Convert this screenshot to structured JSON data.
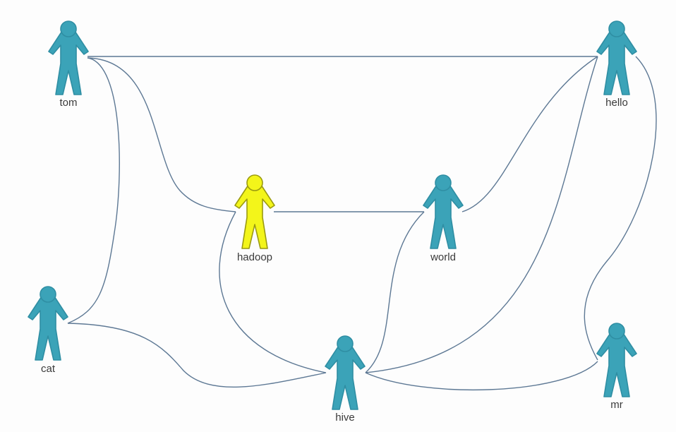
{
  "colors": {
    "background": "#fdfdfd",
    "edge": "#5d7894",
    "node_default": "#3ba3b8",
    "node_default_outline": "#2f8ea3",
    "node_highlight": "#f3f51a",
    "node_highlight_outline": "#9a9a10",
    "label": "#3a3a3a"
  },
  "icon": "person-icon",
  "nodes": [
    {
      "id": "tom",
      "label": "tom",
      "highlight": false
    },
    {
      "id": "hello",
      "label": "hello",
      "highlight": false
    },
    {
      "id": "hadoop",
      "label": "hadoop",
      "highlight": true
    },
    {
      "id": "world",
      "label": "world",
      "highlight": false
    },
    {
      "id": "cat",
      "label": "cat",
      "highlight": false
    },
    {
      "id": "hive",
      "label": "hive",
      "highlight": false
    },
    {
      "id": "mr",
      "label": "mr",
      "highlight": false
    }
  ],
  "edges": [
    {
      "from": "tom",
      "to": "hello"
    },
    {
      "from": "tom",
      "to": "hadoop"
    },
    {
      "from": "tom",
      "to": "cat"
    },
    {
      "from": "hadoop",
      "to": "world"
    },
    {
      "from": "hadoop",
      "to": "hive"
    },
    {
      "from": "world",
      "to": "hello"
    },
    {
      "from": "world",
      "to": "hive"
    },
    {
      "from": "hello",
      "to": "hive"
    },
    {
      "from": "hello",
      "to": "mr"
    },
    {
      "from": "cat",
      "to": "hive"
    },
    {
      "from": "hive",
      "to": "mr"
    }
  ]
}
